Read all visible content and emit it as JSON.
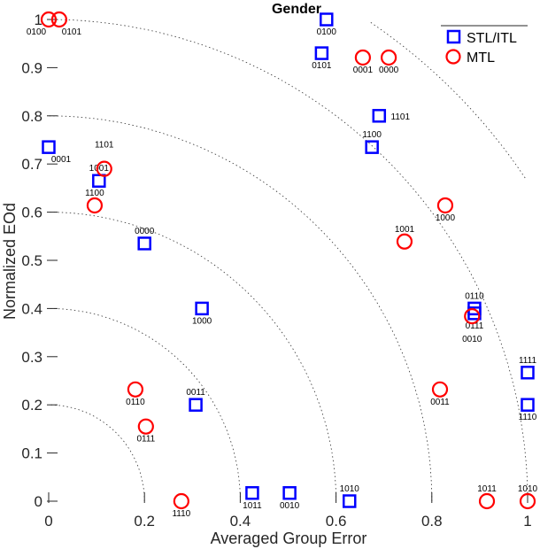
{
  "chart_data": {
    "type": "scatter",
    "title": "Gender",
    "xlabel": "Averaged Group Error",
    "ylabel": "Normalized EOd",
    "xlim": [
      0,
      1
    ],
    "ylim": [
      0,
      1
    ],
    "xticks": [
      "0",
      "0.2",
      "0.4",
      "0.6",
      "0.8",
      "1"
    ],
    "yticks": [
      "0",
      "0.1",
      "0.2",
      "0.3",
      "0.4",
      "0.5",
      "0.6",
      "0.7",
      "0.8",
      "0.9",
      "1"
    ],
    "reference_arcs_radius": [
      0.2,
      0.4,
      0.6,
      0.8,
      1.0,
      1.2
    ],
    "grid": false,
    "legend_placement": "top-right",
    "series": [
      {
        "name": "STL/ITL",
        "marker": "square",
        "color": "#0000ff",
        "points": [
          {
            "x": 0.58,
            "y": 1.0,
            "label": "0100",
            "pos": "below"
          },
          {
            "x": 0.57,
            "y": 0.93,
            "label": "0101",
            "pos": "below"
          },
          {
            "x": 0.69,
            "y": 0.8,
            "label": "1101",
            "pos": "below"
          },
          {
            "x": 0.675,
            "y": 0.735,
            "label": "1100",
            "pos": "above"
          },
          {
            "x": 0.0,
            "y": 0.735,
            "label": "0001",
            "pos": "below"
          },
          {
            "x": 0.105,
            "y": 0.665,
            "label": "1001",
            "pos": "above"
          },
          {
            "x": 0.2,
            "y": 0.535,
            "label": "0000",
            "pos": "above"
          },
          {
            "x": 0.32,
            "y": 0.4,
            "label": "1000",
            "pos": "below"
          },
          {
            "x": 0.307,
            "y": 0.2,
            "label": "0011",
            "pos": "above"
          },
          {
            "x": 0.425,
            "y": 0.017,
            "label": "1011",
            "pos": "below"
          },
          {
            "x": 0.503,
            "y": 0.017,
            "label": "0010",
            "pos": "below"
          },
          {
            "x": 0.628,
            "y": 0.0,
            "label": "1010",
            "pos": "above"
          },
          {
            "x": 0.889,
            "y": 0.4,
            "label": "0110",
            "pos": "above"
          },
          {
            "x": 0.889,
            "y": 0.39,
            "label": "0111",
            "pos": "below"
          },
          {
            "x": 1.0,
            "y": 0.267,
            "label": "1111",
            "pos": "above"
          },
          {
            "x": 1.0,
            "y": 0.2,
            "label": "1110",
            "pos": "below"
          }
        ]
      },
      {
        "name": "MTL",
        "marker": "circle",
        "color": "#ff0000",
        "points": [
          {
            "x": 0.0,
            "y": 1.0,
            "label": "0100",
            "pos": "below"
          },
          {
            "x": 0.022,
            "y": 1.0,
            "label": "0101",
            "pos": "below"
          },
          {
            "x": 0.656,
            "y": 0.921,
            "label": "0001",
            "pos": "below"
          },
          {
            "x": 0.71,
            "y": 0.921,
            "label": "0000",
            "pos": "below"
          },
          {
            "x": 0.116,
            "y": 0.69,
            "label": "1101",
            "pos": "above2"
          },
          {
            "x": 0.096,
            "y": 0.614,
            "label": "1100",
            "pos": "above"
          },
          {
            "x": 0.828,
            "y": 0.614,
            "label": "1000",
            "pos": "below"
          },
          {
            "x": 0.743,
            "y": 0.539,
            "label": "1001",
            "pos": "above"
          },
          {
            "x": 0.884,
            "y": 0.384,
            "label": "0010",
            "pos": "below2"
          },
          {
            "x": 0.817,
            "y": 0.232,
            "label": "0011",
            "pos": "below"
          },
          {
            "x": 0.181,
            "y": 0.232,
            "label": "0110",
            "pos": "below"
          },
          {
            "x": 0.203,
            "y": 0.155,
            "label": "0111",
            "pos": "below"
          },
          {
            "x": 0.277,
            "y": 0.0,
            "label": "1110",
            "pos": "below"
          },
          {
            "x": 0.915,
            "y": 0.0,
            "label": "1011",
            "pos": "above"
          },
          {
            "x": 1.0,
            "y": 0.0,
            "label": "1010",
            "pos": "below"
          }
        ]
      }
    ]
  }
}
